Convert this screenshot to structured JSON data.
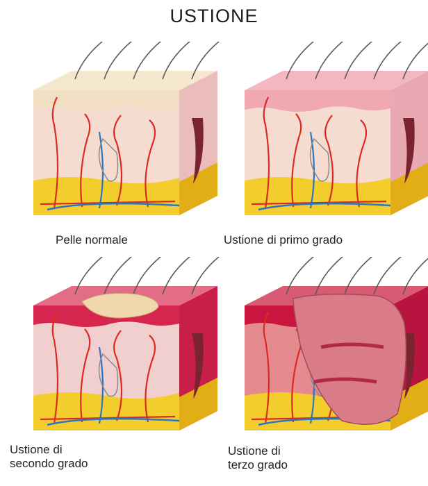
{
  "title": "USTIONE",
  "panels": [
    {
      "caption": "Pelle normale",
      "burn": "normal",
      "epidermis": "#f3dfc3",
      "top": "#f6e7cf",
      "derm": "#f6dcd0",
      "side": "#ebbcbc"
    },
    {
      "caption": "Ustione di primo grado",
      "burn": "first",
      "epidermis": "#f0a9b3",
      "top": "#f3b7c0",
      "derm": "#f6dcd0",
      "side": "#e9a9b2"
    },
    {
      "caption": "Ustione di\nsecondo grado",
      "burn": "second",
      "epidermis": "#d6264d",
      "top": "#e36d86",
      "derm": "#f1cfcf",
      "side": "#c81e4a"
    },
    {
      "caption": "Ustione di\nterzo grado",
      "burn": "third",
      "epidermis": "#c8163f",
      "top": "#d95a73",
      "derm": "#e58a8f",
      "side": "#b91440"
    }
  ],
  "colors": {
    "fat": "#f2cd2c",
    "fatShade": "#e1ae16",
    "artery": "#dc2a22",
    "vein": "#2c74c7",
    "hair": "#5a5a5a",
    "charred": "#d97c88"
  }
}
